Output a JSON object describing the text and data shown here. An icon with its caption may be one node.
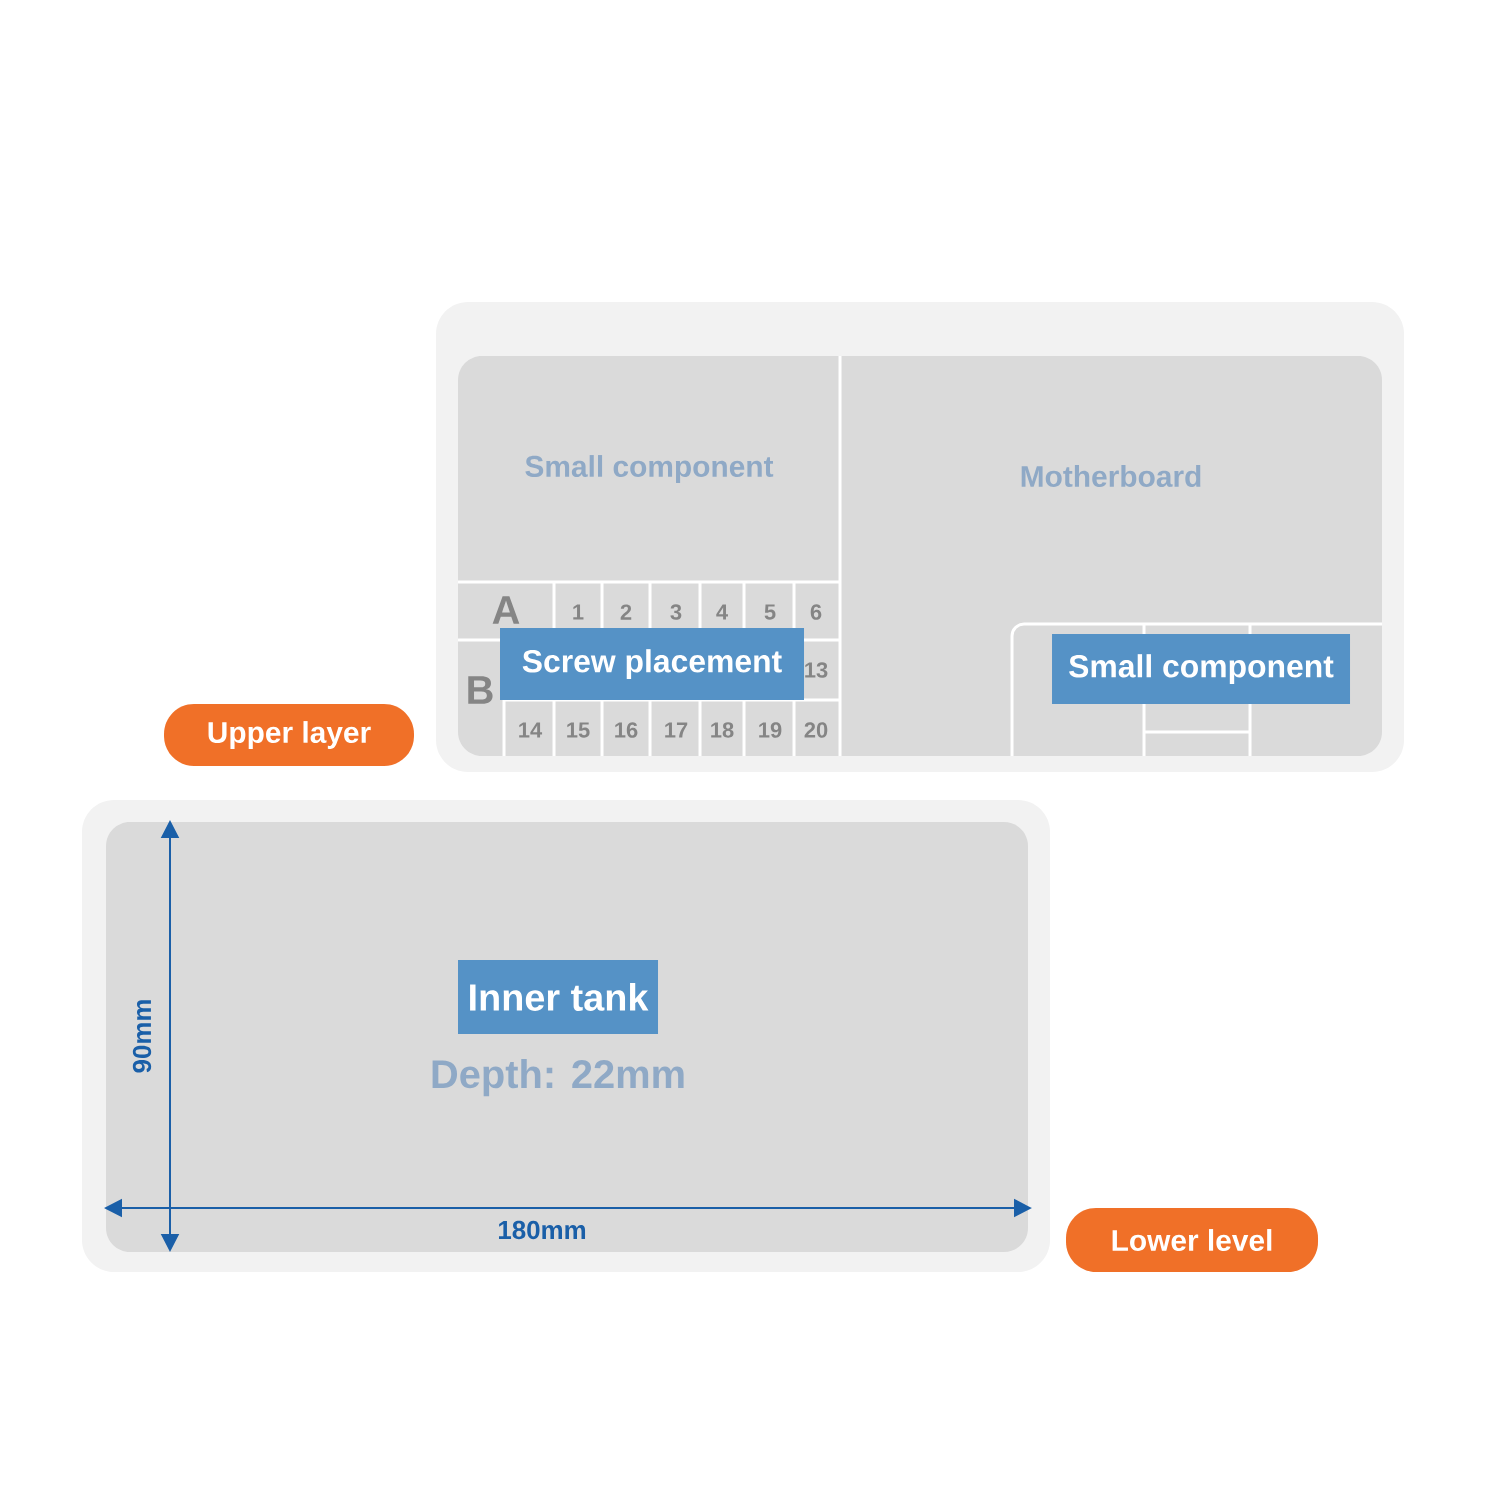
{
  "diagram": {
    "nodes": [
      {
        "text": [],
        "shape": "box"
      },
      {
        "text": [
          "Small component"
        ],
        "in": 0
      },
      {
        "text": [
          "Motherboard"
        ],
        "in": 0
      },
      {
        "text": [
          "Screw placement"
        ],
        "in": 0
      },
      {
        "text": [
          "Small component"
        ],
        "in": 0
      },
      {
        "text": [
          "Upper layer"
        ]
      },
      {
        "text": [],
        "shape": "box"
      },
      {
        "text": [
          "Inner tank"
        ],
        "in": 6,
        "beside": [
          "Depth: 22mm"
        ]
      },
      {
        "text": [
          "Lower level"
        ]
      }
    ],
    "labels": [
      "A",
      "1",
      "2",
      "3",
      "4",
      "5",
      "6",
      "B",
      "13",
      "14",
      "15",
      "16",
      "17",
      "18",
      "19",
      "20",
      "90mm",
      "180mm"
    ]
  }
}
